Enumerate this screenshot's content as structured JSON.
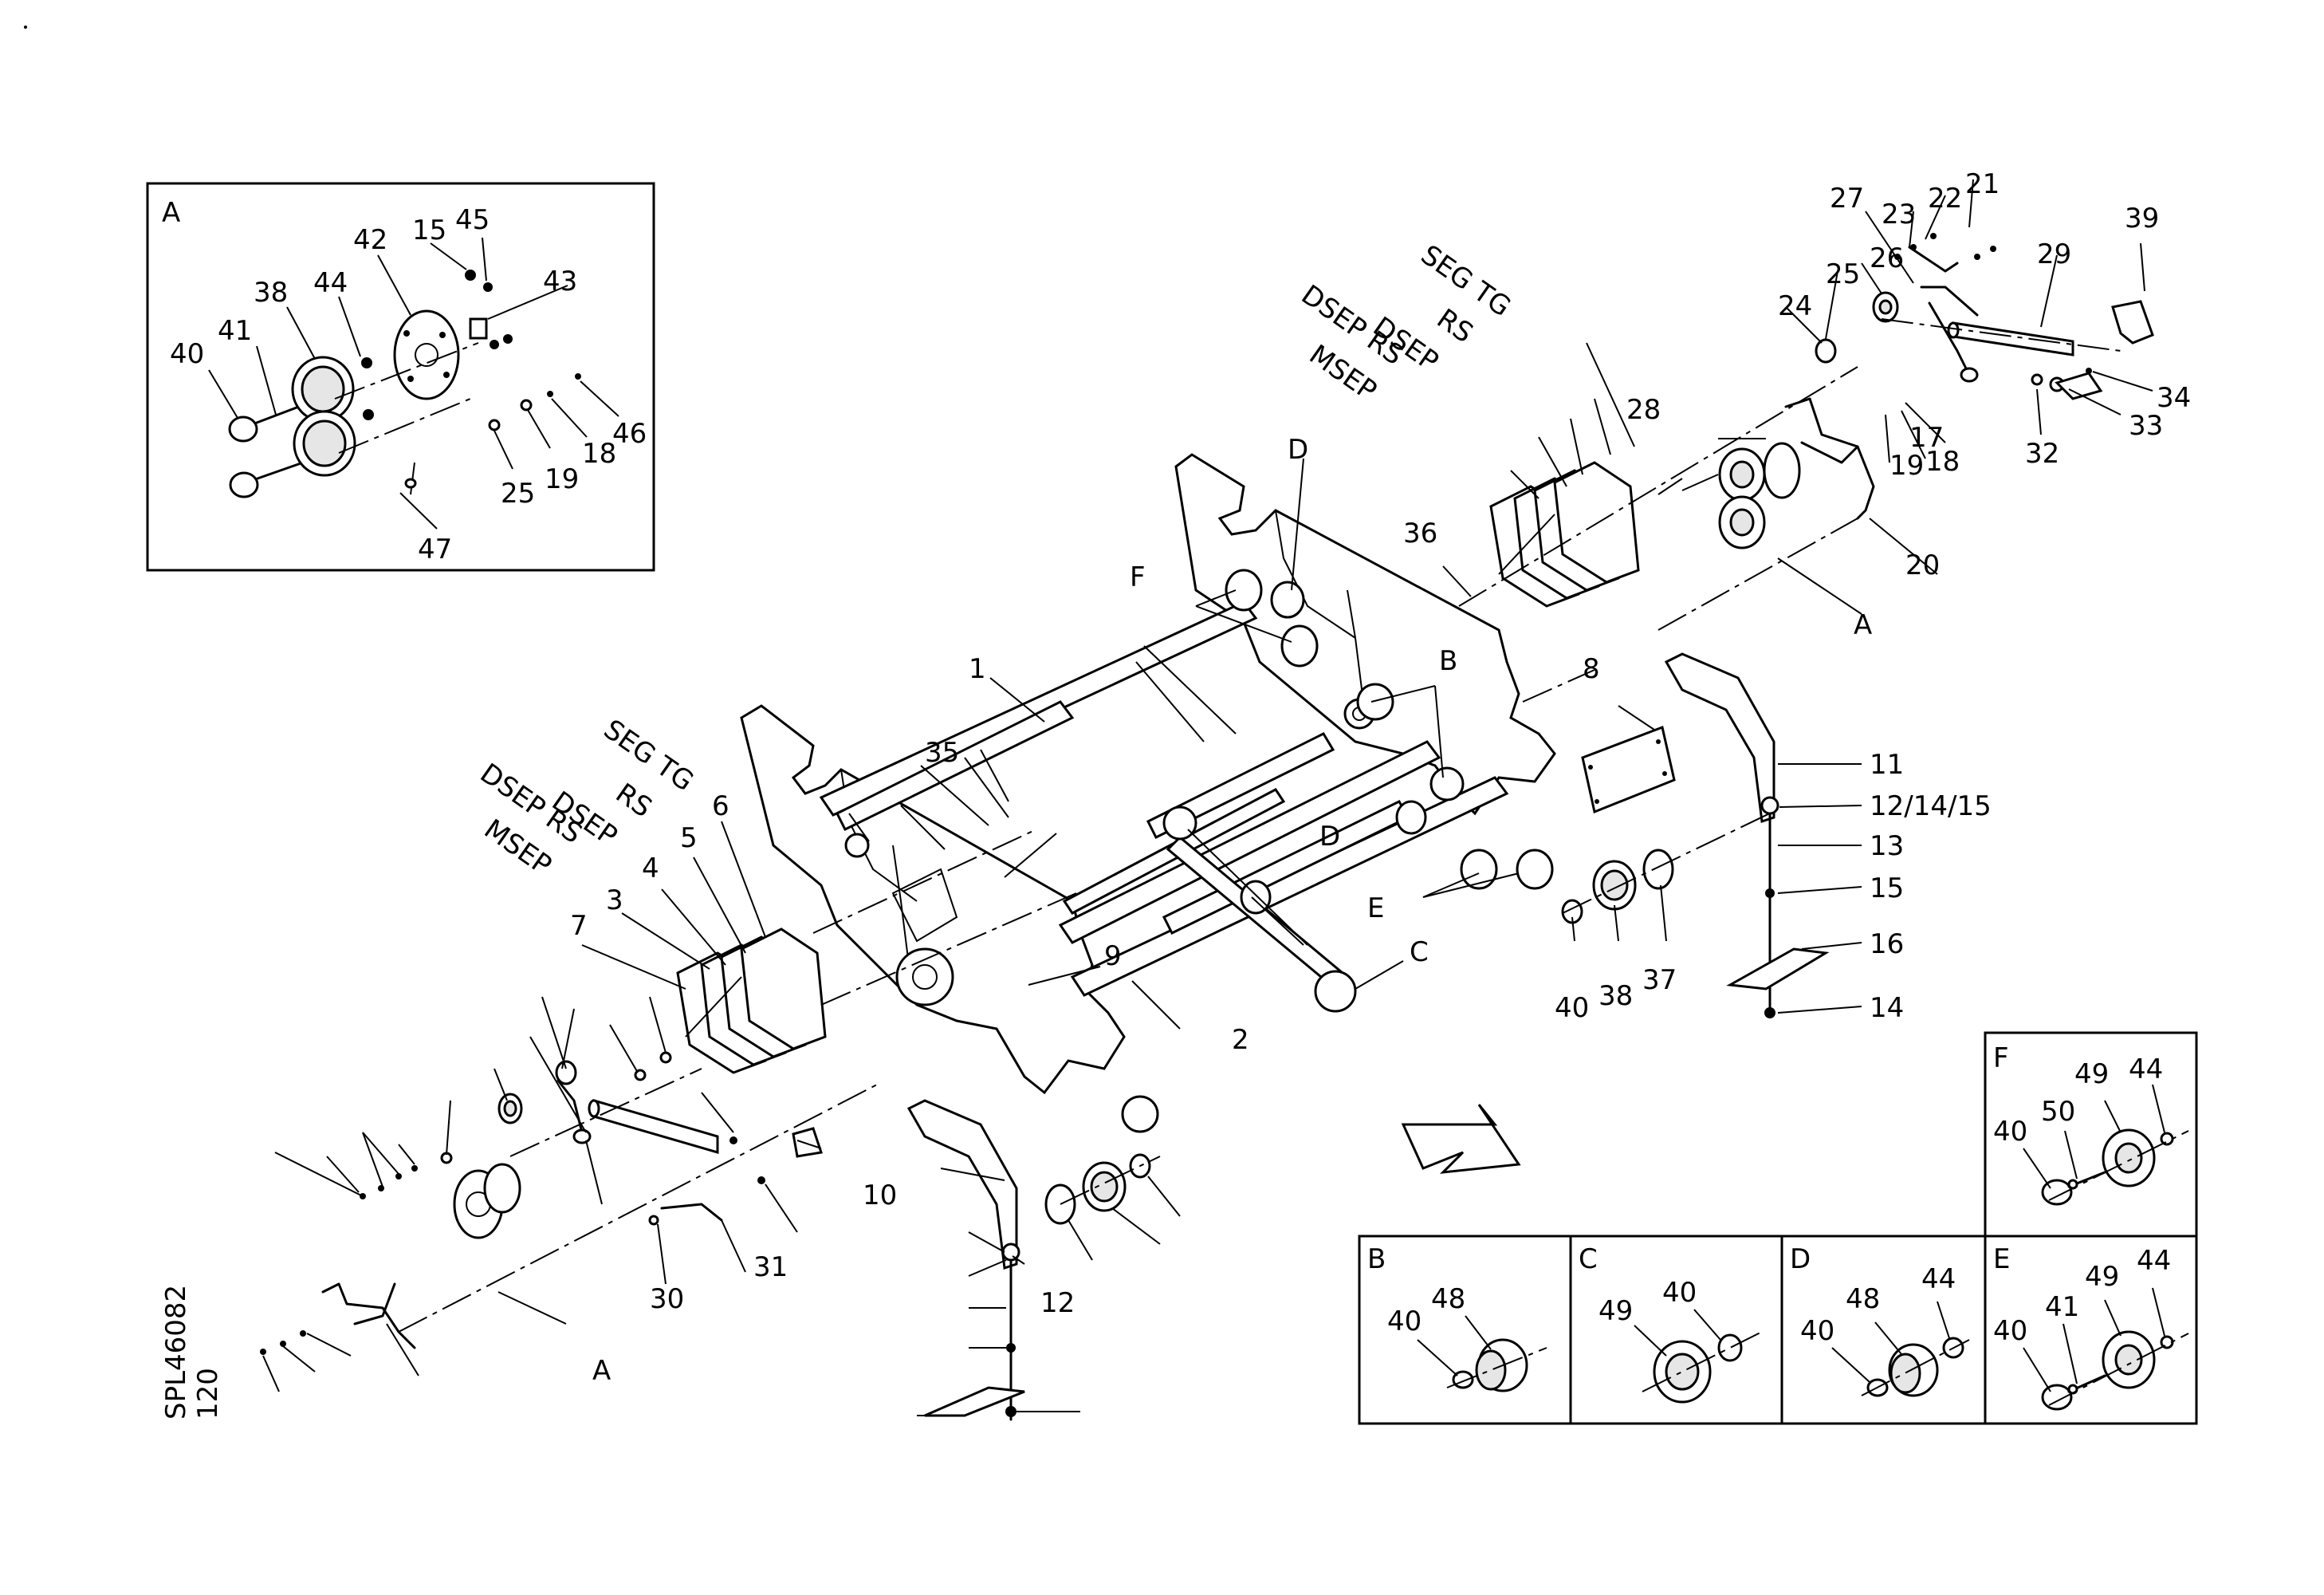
{
  "drawing": {
    "code": "SPL46082",
    "page": "120"
  },
  "detail_views": {
    "A": {
      "title": "A",
      "callouts": [
        "40",
        "41",
        "38",
        "44",
        "42",
        "15",
        "45",
        "43",
        "25",
        "19",
        "18",
        "46",
        "47"
      ]
    },
    "B": {
      "title": "B",
      "callouts": [
        "40",
        "48"
      ]
    },
    "C": {
      "title": "C",
      "callouts": [
        "49",
        "40"
      ]
    },
    "D": {
      "title": "D",
      "callouts": [
        "40",
        "48",
        "44"
      ]
    },
    "E": {
      "title": "E",
      "callouts": [
        "40",
        "41",
        "49",
        "44"
      ]
    },
    "F": {
      "title": "F",
      "callouts": [
        "40",
        "50",
        "49",
        "44"
      ]
    }
  },
  "main_view": {
    "section_markers": [
      "A",
      "A",
      "B",
      "C",
      "D",
      "D",
      "E",
      "F"
    ],
    "stack_labels": [
      "SEG TG",
      "RS",
      "DSEP",
      "DSEP RS",
      "MSEP"
    ],
    "callouts": [
      "1",
      "2",
      "3",
      "4",
      "5",
      "6",
      "7",
      "8",
      "9",
      "10",
      "11",
      "12",
      "12/14/15",
      "13",
      "14",
      "15",
      "16",
      "17",
      "18",
      "19",
      "20",
      "21",
      "22",
      "23",
      "24",
      "25",
      "26",
      "27",
      "28",
      "29",
      "30",
      "31",
      "32",
      "33",
      "34",
      "35",
      "36",
      "37",
      "38",
      "39",
      "40"
    ]
  }
}
